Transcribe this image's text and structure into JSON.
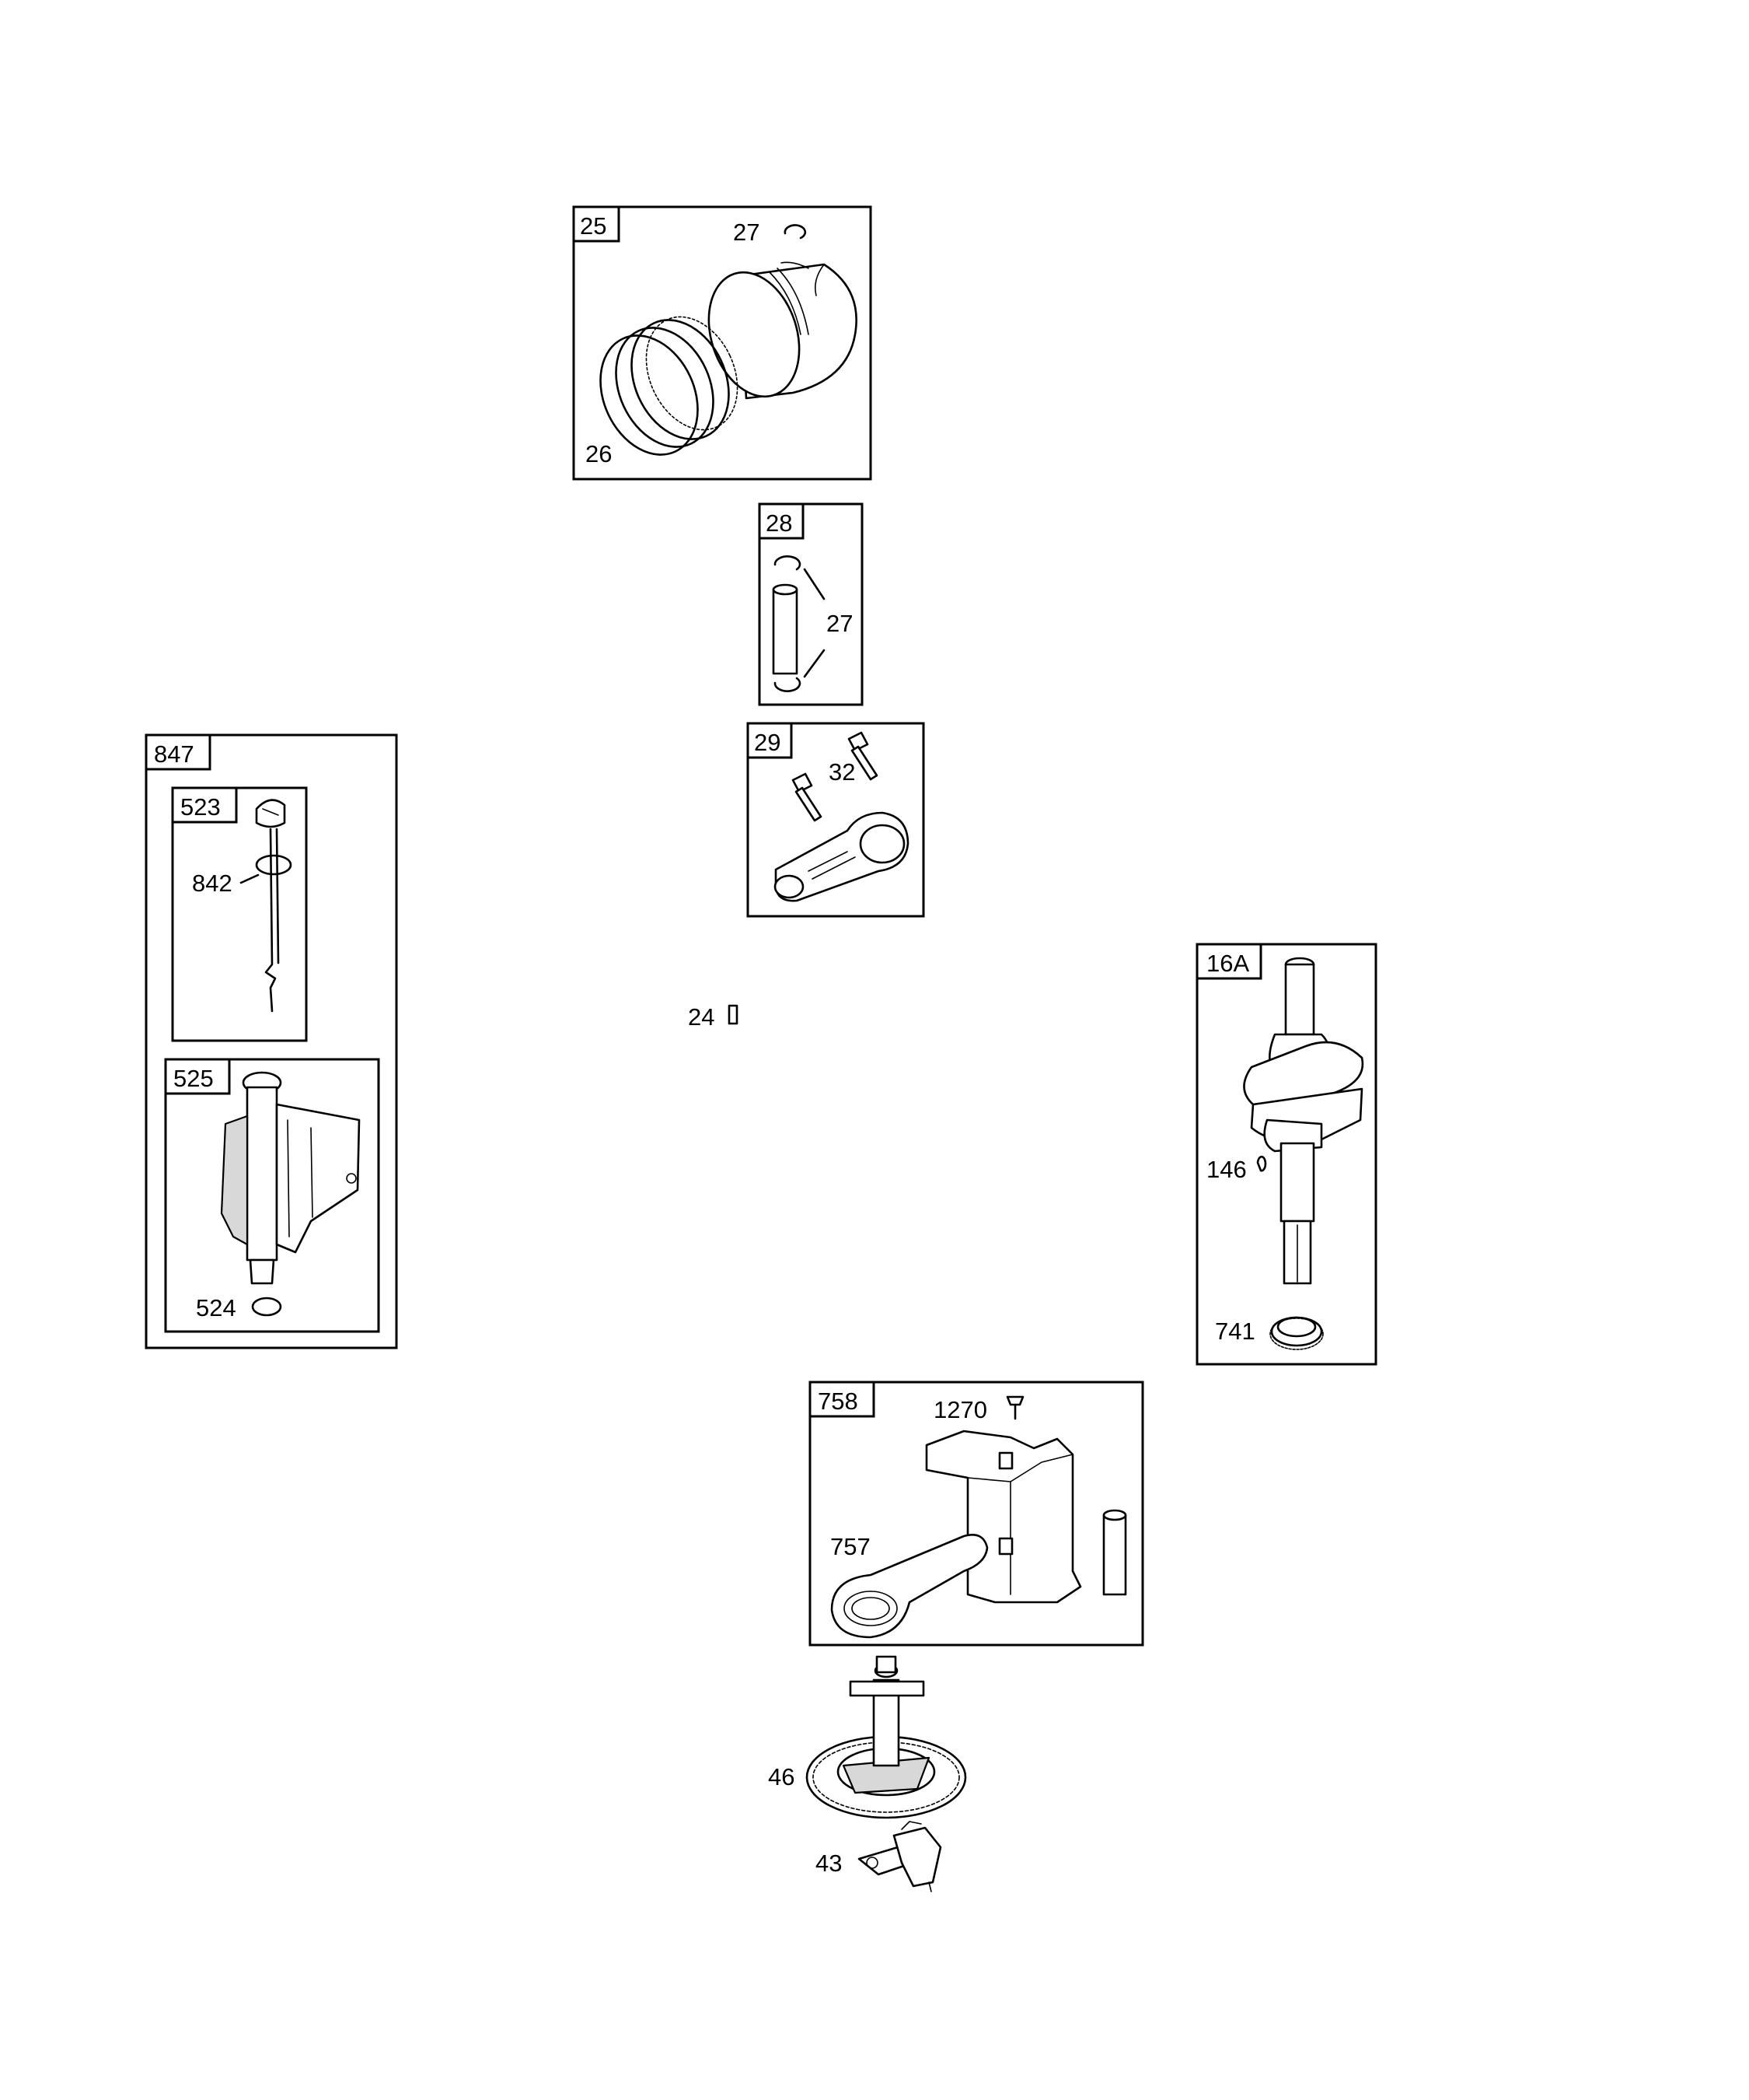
{
  "groups": {
    "g25": "25",
    "g28": "28",
    "g29": "29",
    "g847": "847",
    "g523": "523",
    "g525": "525",
    "g16a": "16A",
    "g758": "758"
  },
  "callouts": {
    "c27a": "27",
    "c26": "26",
    "c27b": "27",
    "c32": "32",
    "c842": "842",
    "c524": "524",
    "c24": "24",
    "c146": "146",
    "c741": "741",
    "c1270": "1270",
    "c757": "757",
    "c46": "46",
    "c43": "43"
  }
}
